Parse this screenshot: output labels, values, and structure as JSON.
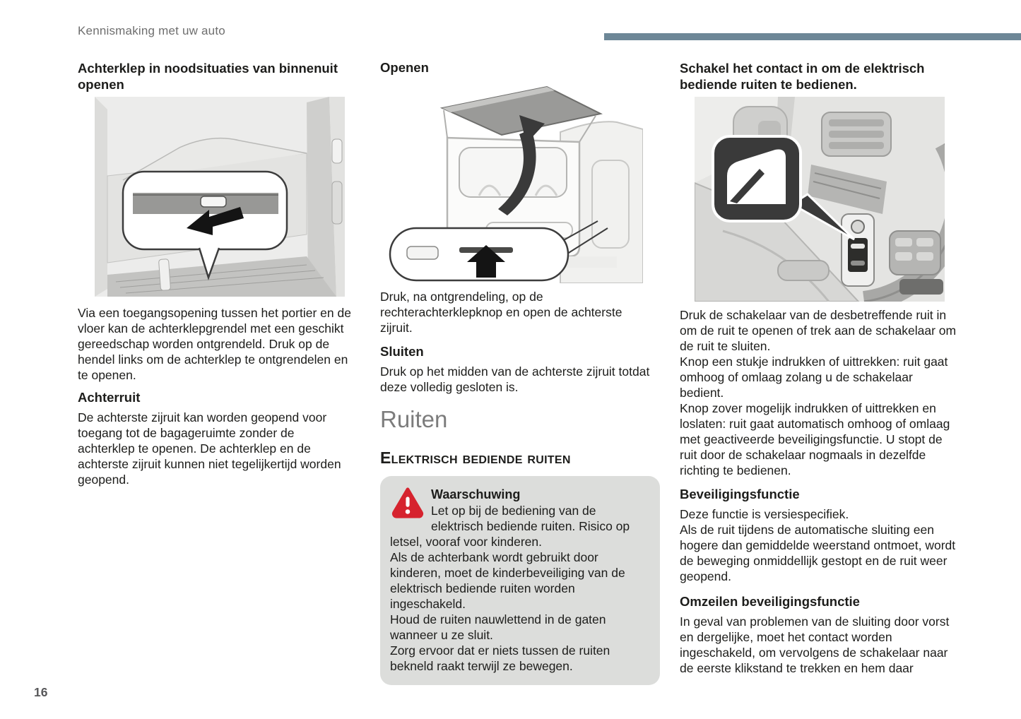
{
  "page": {
    "running_header": "Kennismaking met uw auto",
    "page_number": "16"
  },
  "colors": {
    "accent_bar": "#6d8797",
    "warning_red": "#d6232e",
    "warning_box_bg": "#dcdddb"
  },
  "col1": {
    "heading": "Achterklep in noodsituaties van binnenuit openen",
    "illustration": "tailgate-emergency-release-illustration",
    "para1": "Via een toegangsopening tussen het portier en de vloer kan de achterklepgrendel met een geschikt gereedschap worden ontgrendeld. Druk op de hendel links om de achterklep te ontgrendelen en te openen.",
    "subheading": "Achterruit",
    "para2": "De achterste zijruit kan worden geopend voor toegang tot de bagageruimte zonder de achterklep te openen. De achterklep en de achterste zijruit kunnen niet tegelijkertijd worden geopend."
  },
  "col2": {
    "heading_open": "Openen",
    "illustration": "rear-window-open-illustration",
    "para_open": "Druk, na ontgrendeling, op de rechterachterklepknop en open de achterste zijruit.",
    "heading_close": "Sluiten",
    "para_close": "Druk op het midden van de achterste zijruit totdat deze volledig gesloten is.",
    "chapter_title": "Ruiten",
    "section_title": "Elektrisch bediende ruiten",
    "warning": {
      "icon": "warning-triangle-icon",
      "title": "Waarschuwing",
      "paras": [
        "Let op bij de bediening van de elektrisch bediende ruiten. Risico op letsel, vooraf voor kinderen.",
        "Als de achterbank wordt gebruikt door kinderen, moet de kinderbeveiliging van de elektrisch bediende ruiten worden ingeschakeld.",
        "Houd de ruiten nauwlettend in de gaten wanneer u ze sluit.",
        "Zorg ervoor dat er niets tussen de ruiten bekneld raakt terwijl ze bewegen."
      ]
    }
  },
  "col3": {
    "heading": "Schakel het contact in om de elektrisch bediende ruiten te bedienen.",
    "illustration": "door-window-switch-illustration",
    "paras": [
      "Druk de schakelaar van de desbetreffende ruit in om de ruit te openen of trek aan de schakelaar om de ruit te sluiten.",
      "Knop een stukje indrukken of uittrekken: ruit gaat omhoog of omlaag zolang u de schakelaar bedient.",
      "Knop zover mogelijk indrukken of uittrekken en loslaten: ruit gaat automatisch omhoog of omlaag met geactiveerde beveiligingsfunctie. U stopt de ruit door de schakelaar nogmaals in dezelfde richting te bedienen."
    ],
    "sub1_heading": "Beveiligingsfunctie",
    "sub1_paras": [
      "Deze functie is versiespecifiek.",
      "Als de ruit tijdens de automatische sluiting een hogere dan gemiddelde weerstand ontmoet, wordt de beweging onmiddellijk gestopt en de ruit weer geopend."
    ],
    "sub2_heading": "Omzeilen beveiligingsfunctie",
    "sub2_para": "In geval van problemen van de sluiting door vorst en dergelijke, moet het contact worden ingeschakeld, om vervolgens de schakelaar naar de eerste klikstand te trekken en hem daar"
  }
}
